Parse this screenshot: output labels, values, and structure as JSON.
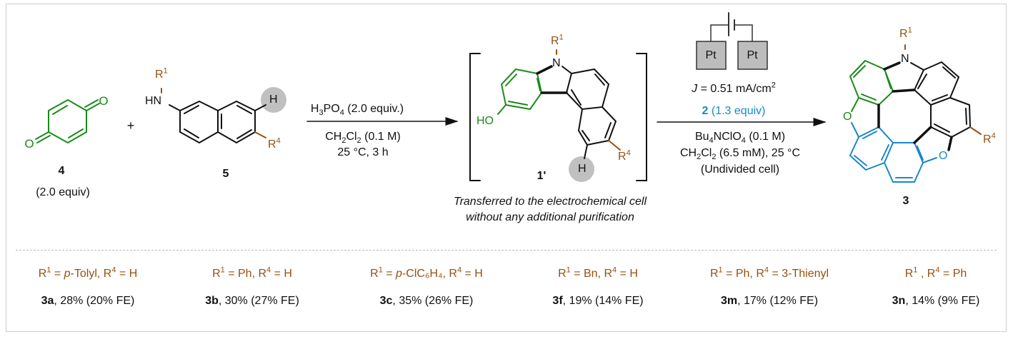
{
  "colors": {
    "green": "#1a8a1a",
    "brown": "#96500f",
    "blue": "#1a88c9",
    "highlight": "#c0c0c0"
  },
  "reactant4": {
    "label": "4",
    "equiv": "(2.0 equiv)",
    "atom_o": "O"
  },
  "plus": "+",
  "reactant5": {
    "label": "5",
    "hn": "HN",
    "r1": [
      "R",
      "1"
    ],
    "h": "H",
    "r4": [
      "R",
      "4"
    ]
  },
  "step1": {
    "reagent": [
      "H",
      "3",
      "PO",
      "4",
      " (2.0 equiv.)"
    ],
    "solvent": [
      "CH",
      "2",
      "Cl",
      "2",
      " (0.1 M)"
    ],
    "temp": "25 °C, 3 h"
  },
  "intermediate": {
    "label": "1'",
    "ho": "HO",
    "n": "N",
    "r1": [
      "R",
      "1"
    ],
    "h": "H",
    "r4": [
      "R",
      "4"
    ],
    "note_line1": "Transferred to the electrochemical cell",
    "note_line2": "without any additional purification"
  },
  "step2": {
    "electrode1": "Pt",
    "electrode2": "Pt",
    "current": [
      "J",
      " = 0.51 mA/cm",
      "2"
    ],
    "mediator": [
      "2",
      " (1.3 equiv)"
    ],
    "electrolyte": [
      "Bu",
      "4",
      "NClO",
      "4",
      " (0.1 M)"
    ],
    "solvent": [
      "CH",
      "2",
      "Cl",
      "2",
      " (6.5 mM), 25 °C"
    ],
    "cell": "(Undivided cell)"
  },
  "product": {
    "label": "3",
    "n": "N",
    "o": "O",
    "r1": [
      "R",
      "1"
    ],
    "r4": [
      "R",
      "4"
    ]
  },
  "examples": [
    {
      "sub": [
        [
          "R",
          "1",
          " = "
        ],
        [
          "p",
          "-Tolyl, "
        ],
        [
          "R",
          "4",
          " = H"
        ]
      ],
      "code": "3a",
      "yield": ", 28% (20% FE)"
    },
    {
      "sub": [
        [
          "R",
          "1",
          " = Ph, "
        ],
        [
          "",
          ""
        ],
        [
          "R",
          "4",
          " = H"
        ]
      ],
      "code": "3b",
      "yield": ", 30% (27% FE)"
    },
    {
      "sub": [
        [
          "R",
          "1",
          " = "
        ],
        [
          "p",
          "-ClC₆H₄, "
        ],
        [
          "R",
          "4",
          " = H"
        ]
      ],
      "code": "3c",
      "yield": ", 35% (26% FE)"
    },
    {
      "sub": [
        [
          "R",
          "1",
          " = Bn, "
        ],
        [
          "",
          ""
        ],
        [
          "R",
          "4",
          " = H"
        ]
      ],
      "code": "3f",
      "yield": ", 19% (14% FE)"
    },
    {
      "sub": [
        [
          "R",
          "1",
          " = Ph, "
        ],
        [
          "",
          ""
        ],
        [
          "R",
          "4",
          " = 3-Thienyl"
        ]
      ],
      "code": "3m",
      "yield": ", 17% (12% FE)"
    },
    {
      "sub": [
        [
          "R",
          "1",
          " , "
        ],
        [
          "",
          ""
        ],
        [
          "R",
          "4",
          " = Ph"
        ]
      ],
      "code": "3n",
      "yield": ", 14% (9% FE)"
    }
  ]
}
